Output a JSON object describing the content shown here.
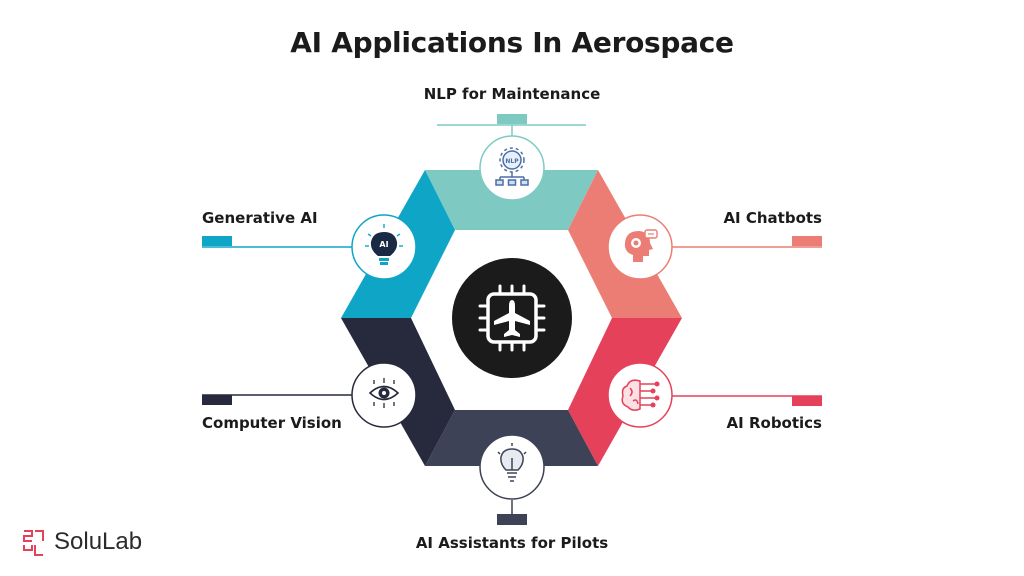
{
  "title": "AI Applications In Aerospace",
  "segments": [
    {
      "label": "NLP for Maintenance",
      "color": "#7ecac2",
      "icon": "nlp-gear-icon",
      "badge": "NLP"
    },
    {
      "label": "AI Chatbots",
      "color": "#ec7d74",
      "icon": "chatbot-head-icon"
    },
    {
      "label": "AI Robotics",
      "color": "#e6415a",
      "icon": "robotic-brain-icon"
    },
    {
      "label": "AI Assistants for Pilots",
      "color": "#3d4256",
      "icon": "lightbulb-icon"
    },
    {
      "label": "Computer Vision",
      "color": "#262a3c",
      "icon": "eye-chip-icon"
    },
    {
      "label": "Generative AI",
      "color": "#0ea5c7",
      "icon": "ai-bulb-icon",
      "badge": "AI"
    }
  ],
  "center": {
    "icon": "airplane-chip-icon",
    "color": "#1b1b1b"
  },
  "brand": {
    "name": "SoluLab",
    "color": "#e6415a"
  }
}
